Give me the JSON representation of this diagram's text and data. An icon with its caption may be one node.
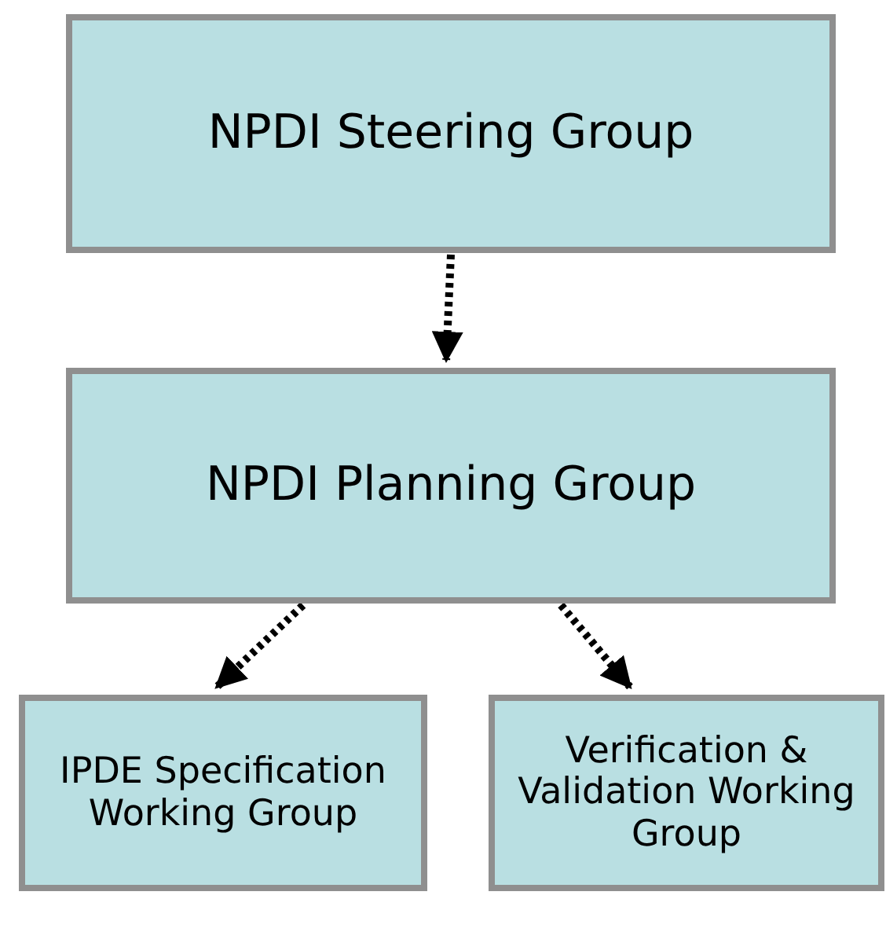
{
  "diagram": {
    "nodes": [
      {
        "text": [
          "NPDI Steering Group"
        ]
      },
      {
        "text": [
          "NPDI Planning Group"
        ]
      },
      {
        "text": [
          "IPDE Specification Working Group"
        ]
      },
      {
        "text": [
          "Verification & Validation Working Group"
        ]
      }
    ],
    "edges": [
      {
        "from": 0,
        "to": 1,
        "arrow": "to",
        "style": "dashed"
      },
      {
        "from": 1,
        "to": 2,
        "arrow": "to",
        "style": "dashed"
      },
      {
        "from": 1,
        "to": 3,
        "arrow": "to",
        "style": "dashed"
      }
    ]
  }
}
